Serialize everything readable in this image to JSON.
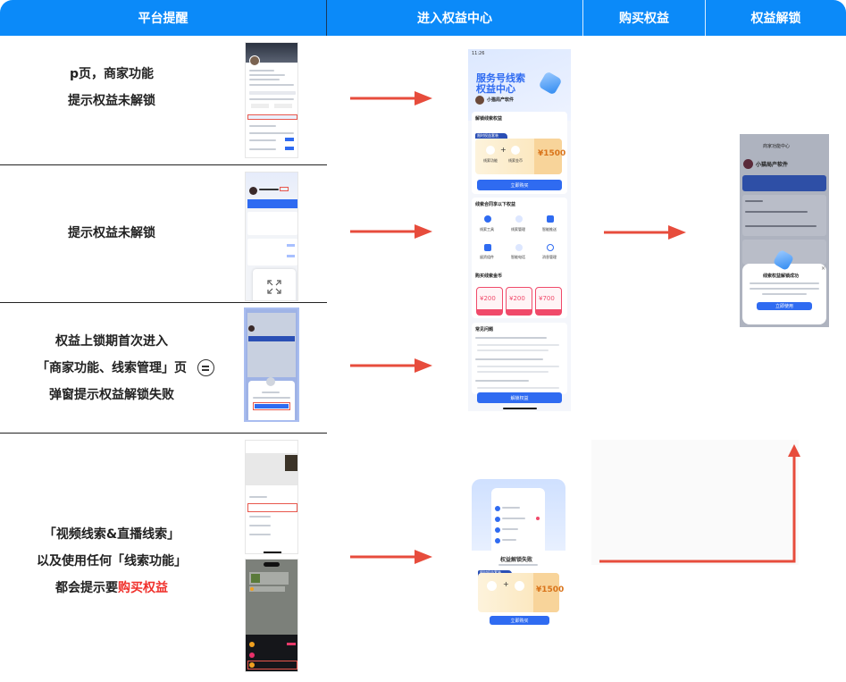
{
  "header": {
    "col1": "平台提醒",
    "col2": "进入权益中心",
    "col3": "购买权益",
    "col4": "权益解锁"
  },
  "rows": [
    {
      "lines": [
        "p页，商家功能",
        "提示权益未解锁"
      ]
    },
    {
      "lines": [
        "提示权益未解锁"
      ]
    },
    {
      "lines": [
        "权益上锁期首次进入",
        "「商家功能、线索管理」页",
        "弹窗提示权益解锁失败"
      ],
      "icon": "equals-circle-icon"
    },
    {
      "lines": [
        "「视频线索&直播线索」",
        "以及使用任何「线索功能」"
      ],
      "line3_prefix": "都会提示要",
      "line3_highlight": "购买权益"
    }
  ],
  "center_screen": {
    "status_time": "11:26",
    "title_line1": "服务号线索",
    "title_line2": "权益中心",
    "account_name": "小猫局产软件",
    "section1_title": "解锁线索权益",
    "bundle_tag": "限时权益套装",
    "item1": "线索功能",
    "item2": "线索金币",
    "price": "¥1500",
    "cta": "立即购买",
    "section2_title": "线索合同享以下权益",
    "features": [
      "线索工具",
      "线索管理",
      "智能推送",
      "留资组件",
      "智能电话",
      "消息管理"
    ],
    "section3_title": "购买线索金币",
    "coupons": [
      "¥200",
      "¥200",
      "¥700"
    ],
    "section4_title": "常见问题",
    "bottom_cta": "解锁权益"
  },
  "popup_screen": {
    "title": "权益解锁失败",
    "bundle_tag": "限时权益套装",
    "price": "¥1500",
    "cta": "立即购买"
  },
  "unlock_screen": {
    "nav_title": "商家功能中心",
    "account_name": "小猫局产软件",
    "modal_title": "线索权益解锁成功",
    "modal_cta": "立即使用"
  },
  "colors": {
    "header_bg": "#0b8af9",
    "arrow": "#e74c3c",
    "highlight": "#f0302b",
    "brand_blue": "#2f6bf1"
  }
}
